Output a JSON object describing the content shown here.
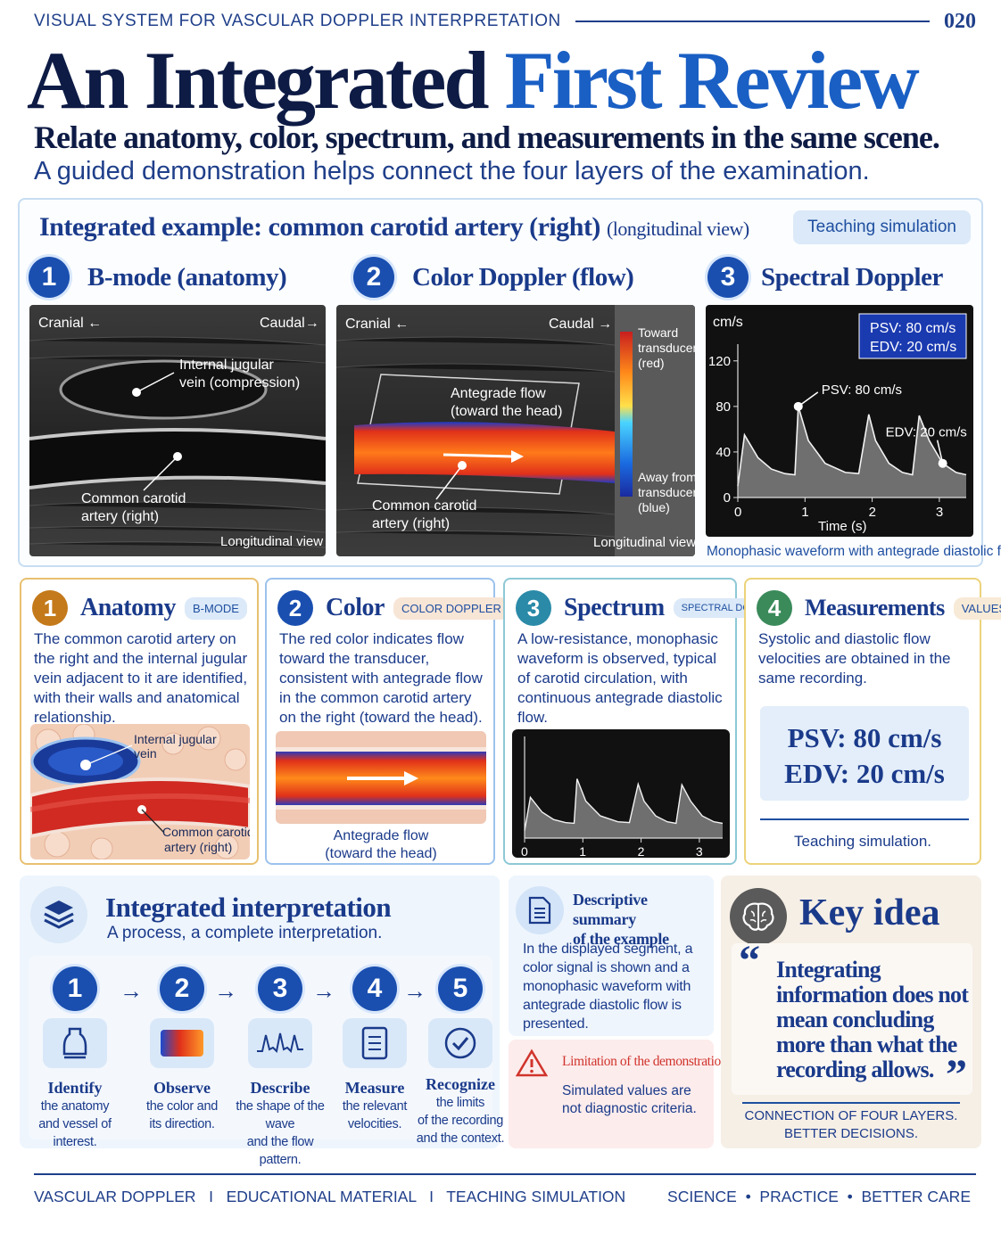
{
  "header": {
    "kicker": "VISUAL SYSTEM FOR VASCULAR DOPPLER INTERPRETATION",
    "page_number": "020",
    "title_main": "An Integrated",
    "title_accent": "First Review",
    "subtitle": "Relate anatomy, color, spectrum, and measurements in the same scene.",
    "lede": "A guided demonstration helps connect the four layers of the examination."
  },
  "example": {
    "title": "Integrated example: common carotid artery (right)",
    "title_suffix": "(longitudinal view)",
    "chip": "Teaching simulation",
    "sections": [
      {
        "num": "1",
        "label": "B-mode (anatomy)"
      },
      {
        "num": "2",
        "label": "Color Doppler (flow)"
      },
      {
        "num": "3",
        "label": "Spectral Doppler"
      }
    ],
    "bmode": {
      "cranial": "Cranial ←",
      "caudal": "Caudal→",
      "ijv_label_1": "Internal jugular",
      "ijv_label_2": "vein (compression)",
      "cca_label_1": "Common carotid",
      "cca_label_2": "artery (right)",
      "view": "Longitudinal view"
    },
    "color": {
      "cranial": "Cranial ←",
      "caudal": "Caudal →",
      "flow_label_1": "Antegrade flow",
      "flow_label_2": "(toward the head)",
      "cca_label_1": "Common carotid",
      "cca_label_2": "artery (right)",
      "view": "Longitudinal view",
      "toward_1": "Toward",
      "toward_2": "transducer",
      "toward_3": "(red)",
      "away_1": "Away from",
      "away_2": "transducer",
      "away_3": "(blue)"
    },
    "spectral": {
      "unit": "cm/s",
      "y_ticks": [
        "120",
        "80",
        "40",
        "0"
      ],
      "x_ticks": [
        "0",
        "1",
        "2",
        "3"
      ],
      "x_label": "Time (s)",
      "box_psv": "PSV: 80 cm/s",
      "box_edv": "EDV: 20 cm/s",
      "psv_label": "PSV: 80 cm/s",
      "edv_label": "EDV: 20 cm/s"
    },
    "caption": "Monophasic waveform with antegrade diastolic flow."
  },
  "chart_data": {
    "type": "line",
    "title": "",
    "xlabel": "Time (s)",
    "ylabel": "cm/s",
    "xlim": [
      0,
      3.4
    ],
    "ylim": [
      0,
      130
    ],
    "x_ticks": [
      0,
      1,
      2,
      3
    ],
    "y_ticks": [
      0,
      40,
      80,
      120
    ],
    "series": [
      {
        "x": [
          0,
          0.1,
          0.3,
          0.5,
          0.7,
          0.85,
          0.9,
          1.05,
          1.3,
          1.6,
          1.8,
          1.95,
          2.05,
          2.25,
          2.45,
          2.6,
          2.7,
          2.85,
          3.05,
          3.25,
          3.4
        ],
        "y": [
          10,
          55,
          35,
          25,
          21,
          20,
          80,
          50,
          30,
          22,
          21,
          73,
          50,
          30,
          22,
          20,
          72,
          50,
          30,
          22,
          20
        ]
      }
    ],
    "annotations": [
      "PSV: 80 cm/s",
      "EDV: 20 cm/s"
    ]
  },
  "cards": [
    {
      "num": "1",
      "title": "Anatomy",
      "badge": "B-MODE",
      "text": "The common carotid artery on the right and the internal jugular vein adjacent to it are identified, with their walls and anatomical relationship.",
      "ijv_1": "Internal jugular",
      "ijv_2": "vein",
      "cca_1": "Common carotid",
      "cca_2": "artery (right)"
    },
    {
      "num": "2",
      "title": "Color",
      "badge": "COLOR DOPPLER",
      "text": "The red color indicates flow toward the transducer, consistent with antegrade flow in the common carotid artery on the right (toward the head).",
      "cap_1": "Antegrade flow",
      "cap_2": "(toward the head)"
    },
    {
      "num": "3",
      "title": "Spectrum",
      "badge": "SPECTRAL DOPPLER",
      "text": "A low-resistance, monophasic waveform is observed, typical of carotid circulation, with continuous antegrade diastolic flow.",
      "x_ticks": [
        "0",
        "1",
        "2",
        "3"
      ]
    },
    {
      "num": "4",
      "title": "Measurements",
      "badge": "VALUES",
      "text": "Systolic and diastolic flow velocities are obtained in the same recording.",
      "psv": "PSV: 80 cm/s",
      "edv": "EDV: 20 cm/s",
      "note": "Teaching simulation."
    }
  ],
  "interpretation": {
    "title": "Integrated interpretation",
    "subtitle": "A process, a complete interpretation.",
    "steps": [
      {
        "num": "1",
        "label": "Identify",
        "d1": "the anatomy",
        "d2": "and vessel of interest."
      },
      {
        "num": "2",
        "label": "Observe",
        "d1": "the color and",
        "d2": "its direction."
      },
      {
        "num": "3",
        "label": "Describe",
        "d1": "the shape of the wave",
        "d2": "and the flow pattern."
      },
      {
        "num": "4",
        "label": "Measure",
        "d1": "the relevant",
        "d2": "velocities."
      },
      {
        "num": "5",
        "label": "Recognize",
        "d1": "the limits",
        "d2": "of the recording",
        "d3": "and the context."
      }
    ]
  },
  "summary": {
    "title_1": "Descriptive summary",
    "title_2": "of the example",
    "text": "In the displayed segment, a color signal is shown and a monophasic waveform with antegrade diastolic flow is presented."
  },
  "limitation": {
    "title": "Limitation of the demonstration",
    "text": "Simulated values are not diagnostic criteria."
  },
  "key_idea": {
    "title": "Key idea",
    "quote": "Integrating information does not mean concluding more than what the recording allows.",
    "tag_1": "CONNECTION OF FOUR LAYERS.",
    "tag_2": "BETTER DECISIONS."
  },
  "footer": {
    "left": "VASCULAR DOPPLER   I   EDUCATIONAL MATERIAL   I   TEACHING SIMULATION",
    "right": "SCIENCE  •  PRACTICE  •  BETTER CARE"
  },
  "colors": {
    "navy": "#0d1b45",
    "accent_blue": "#1a5fc4",
    "card1": "#e0a93a",
    "card2": "#7fb0e8",
    "card3": "#4aa0b8",
    "card4": "#e8c84a",
    "alert_red": "#d0342c"
  },
  "icons": [
    "ultrasound-probe-icon",
    "color-flow-icon",
    "waveform-icon",
    "clipboard-icon",
    "check-circle-icon",
    "layers-icon",
    "document-icon",
    "warning-icon",
    "brain-icon"
  ]
}
